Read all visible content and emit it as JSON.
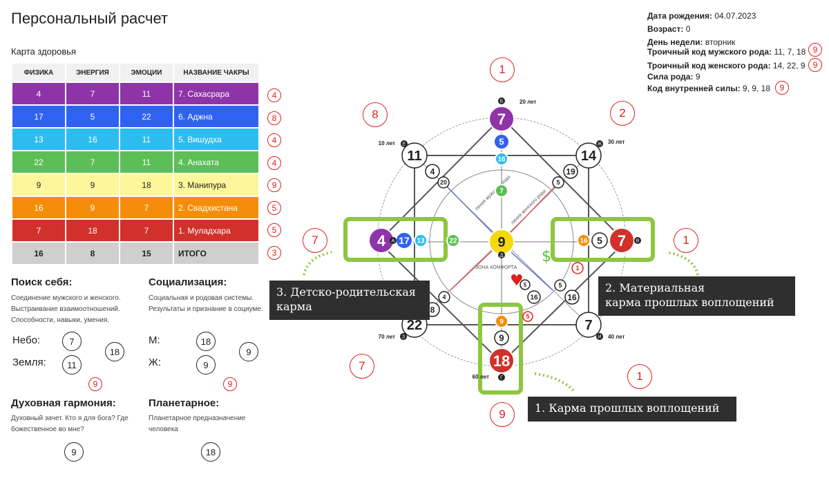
{
  "page_title": "Персональный расчет",
  "health": {
    "title": "Карта здоровья",
    "headers": [
      "ФИЗИКА",
      "ЭНЕРГИЯ",
      "ЭМОЦИИ",
      "НАЗВАНИЕ ЧАКРЫ"
    ],
    "rows": [
      {
        "f": "4",
        "e": "7",
        "m": "11",
        "name": "7. Сахасрара",
        "color": "#8e34a8",
        "side": "4"
      },
      {
        "f": "17",
        "e": "5",
        "m": "22",
        "name": "6. Аджна",
        "color": "#2f62f1",
        "side": "8"
      },
      {
        "f": "13",
        "e": "16",
        "m": "11",
        "name": "5. Вишудха",
        "color": "#2ebcf0",
        "side": "4"
      },
      {
        "f": "22",
        "e": "7",
        "m": "11",
        "name": "4. Анахата",
        "color": "#5cbf55",
        "side": "4"
      },
      {
        "f": "9",
        "e": "9",
        "m": "18",
        "name": "3. Манипура",
        "color": "#fdf69a",
        "side": "9"
      },
      {
        "f": "16",
        "e": "9",
        "m": "7",
        "name": "2. Свадхистана",
        "color": "#f58d0a",
        "side": "5"
      },
      {
        "f": "7",
        "e": "18",
        "m": "7",
        "name": "1. Муладхара",
        "color": "#d2302b",
        "side": "5"
      }
    ],
    "total": {
      "f": "16",
      "e": "8",
      "m": "15",
      "name": "ИТОГО",
      "side": "3"
    }
  },
  "info": {
    "birth_label": "Дата рождения:",
    "birth": "04.07.2023",
    "age_label": "Возраст:",
    "age": "0",
    "weekday_label": "День недели:",
    "weekday": "вторник",
    "male_label": "Троичный код мужского рода:",
    "male": "11, 7, 18",
    "male_badge": "9",
    "female_label": "Троичный код женского рода:",
    "female": "14, 22, 9",
    "female_badge": "9",
    "power_label": "Сила рода:",
    "power": "9",
    "inner_label": "Код внутренней силы:",
    "inner": "9, 9, 18",
    "inner_badge": "9"
  },
  "sections": {
    "self": {
      "title": "Поиск себя:",
      "desc1": "Соединение мужского и женского.",
      "desc2": "Выстраивание взаимоотношений.",
      "desc3": "Способности, навыки, умения.",
      "sky_label": "Небо:",
      "sky": "7",
      "earth_label": "Земля:",
      "earth": "11",
      "sum": "18",
      "badge": "9"
    },
    "social": {
      "title": "Социализация:",
      "desc1": "Социальная и родовая системы.",
      "desc2": "Результаты и признание в социуме.",
      "m_label": "М:",
      "m": "18",
      "f_label": "Ж:",
      "f": "9",
      "sum": "9",
      "badge": "9"
    },
    "spirit": {
      "title": "Духовная гармония:",
      "desc1": "Духовный зачет. Кто я для бога? Где",
      "desc2": "божественное во мне?",
      "value": "9"
    },
    "planet": {
      "title": "Планетарное:",
      "desc1": "Планетарное предназначение",
      "desc2": "человека",
      "value": "18"
    }
  },
  "matrix": {
    "center": "9",
    "comfort_zone": "ЗОНА КОМФОРТА",
    "male_line": "линия мужского рода",
    "female_line": "линия женского рода",
    "top": "7",
    "top2": "5",
    "top3": "16",
    "top4": "7",
    "left": "4",
    "left2": "17",
    "left3": "13",
    "left4": "22",
    "right": "7",
    "right2": "5",
    "right3": "16",
    "bottom": "18",
    "bottom2": "9",
    "bottom3": "9",
    "tl": "11",
    "tl2": "4",
    "tl3": "20",
    "tr": "14",
    "tr2": "19",
    "tr3": "5",
    "bl": "22",
    "bl2": "8",
    "bl3": "4",
    "br": "7",
    "br2": "5",
    "br3": "16",
    "heart_inner": "16",
    "heart_inner2": "5",
    "dollar_num": "1",
    "red_small": "5",
    "age_top": "20 лет",
    "age_right": "30 лет",
    "age_left": "10 лет",
    "age_bottom": "60 лет",
    "age_bl": "70 лет",
    "age_br": "40 лет",
    "letter_a": "А",
    "letter_b": "Б",
    "letter_v": "В",
    "letter_g": "Г",
    "letter_d": "Д",
    "letter_e": "Е",
    "letter_zh": "Ж",
    "letter_z": "З",
    "letter_i": "И"
  },
  "red_badges": {
    "top": "1",
    "tr": "2",
    "right": "1",
    "br": "1",
    "bottom": "9",
    "bl": "7",
    "left": "7",
    "tl": "8"
  },
  "callouts": {
    "one": "1. Карма прошлых воплощений",
    "two_a": "2. Материальная",
    "two_b": "карма прошлых воплощений",
    "three_a": "3. Детско-родительская",
    "three_b": "карма"
  }
}
